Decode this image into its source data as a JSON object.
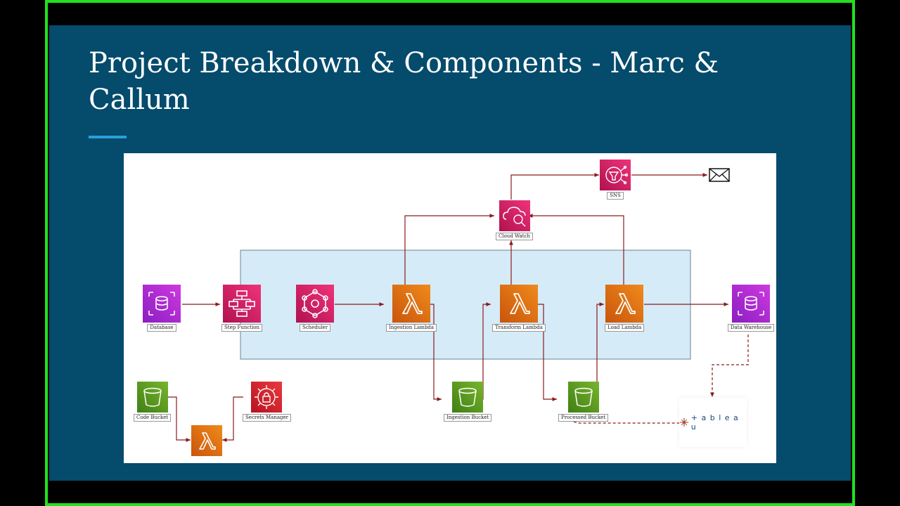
{
  "slide": {
    "title": "Project Breakdown & Components - Marc & Callum"
  },
  "colors": {
    "slide_bg": "#044b6c",
    "accent": "#2a9fd8",
    "frame": "#23e01f",
    "arrow": "#8b1a1a",
    "lambda": "#e26a12",
    "database": "#a621c7",
    "integration": "#d1166b",
    "storage": "#5a9e1f",
    "security": "#d3212d",
    "step_function_region": "#d6ebf8"
  },
  "diagram": {
    "nodes": {
      "database": {
        "label": "Database",
        "icon": "database-icon"
      },
      "step_function": {
        "label": "Step Function",
        "icon": "step-function-icon"
      },
      "scheduler": {
        "label": "Scheduler",
        "icon": "scheduler-icon"
      },
      "ingestion_lambda": {
        "label": "Ingestion Lambda",
        "icon": "lambda-icon"
      },
      "transform_lambda": {
        "label": "Transform Lambda",
        "icon": "lambda-icon"
      },
      "load_lambda": {
        "label": "Load Lambda",
        "icon": "lambda-icon"
      },
      "data_warehouse": {
        "label": "Data Warehouse",
        "icon": "database-icon"
      },
      "cloud_watch": {
        "label": "Cloud Watch",
        "icon": "cloudwatch-icon"
      },
      "sns": {
        "label": "SNS",
        "icon": "sns-icon"
      },
      "email": {
        "icon": "envelope-icon"
      },
      "code_bucket": {
        "label": "Code Bucket",
        "icon": "bucket-icon"
      },
      "secrets_manager": {
        "label": "Secrets Manager",
        "icon": "secrets-manager-icon"
      },
      "deploy_lambda": {
        "icon": "lambda-icon"
      },
      "ingestion_bucket": {
        "label": "Ingestion Bucket",
        "icon": "bucket-icon"
      },
      "processed_bucket": {
        "label": "Processed Bucket",
        "icon": "bucket-icon"
      },
      "tableau": {
        "label": "+ a b l e a u",
        "icon": "tableau-logo-icon"
      }
    }
  }
}
